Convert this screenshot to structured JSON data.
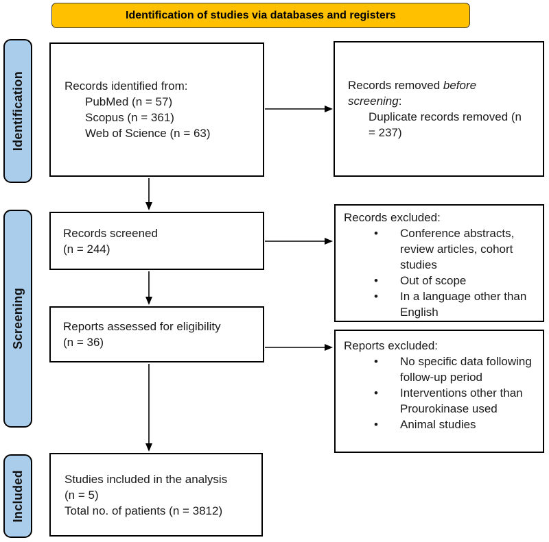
{
  "header": {
    "title": "Identification of studies via databases and registers"
  },
  "sidebar": {
    "identification": "Identification",
    "screening": "Screening",
    "included": "Included"
  },
  "boxes": {
    "records_identified": {
      "intro": "Records identified from:",
      "items": [
        "PubMed (n = 57)",
        "Scopus (n = 361)",
        "Web of Science (n = 63)"
      ]
    },
    "records_removed": {
      "prefix": "Records removed ",
      "italic": "before screening",
      "suffix": ":",
      "item": "Duplicate records removed (n = 237)"
    },
    "records_screened": {
      "lines": [
        "Records screened",
        "(n = 244)"
      ]
    },
    "records_excluded": {
      "title": "Records excluded:",
      "bullet_glyph": "•",
      "bullets": [
        "Conference abstracts, review articles, cohort studies",
        "Out of scope",
        "In a language other than English"
      ]
    },
    "reports_assessed": {
      "lines": [
        "Reports assessed for eligibility",
        "(n = 36)"
      ]
    },
    "reports_excluded": {
      "title": "Reports excluded:",
      "bullet_glyph": "•",
      "bullets": [
        "No specific data following follow-up period",
        "Interventions other than Prourokinase used",
        "Animal studies"
      ]
    },
    "studies_included": {
      "lines": [
        "Studies included in the analysis",
        "(n = 5)",
        "Total no. of patients (n = 3812)"
      ]
    }
  },
  "colors": {
    "banner_bg": "#FFC000",
    "sidebar_bg": "#A9CDEB",
    "border": "#000000",
    "box_bg": "#FFFFFF"
  }
}
